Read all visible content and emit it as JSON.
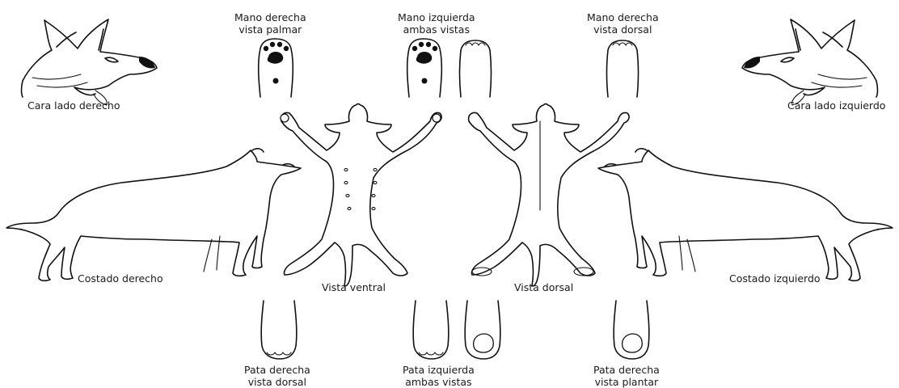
{
  "labels": {
    "face_right": "Cara lado derecho",
    "face_left": "Cara lado izquierdo",
    "hand_right_palmar": [
      "Mano derecha",
      "vista palmar"
    ],
    "hand_left_both": [
      "Mano izquierda",
      "ambas vistas"
    ],
    "hand_right_dorsal": [
      "Mano derecha",
      "vista dorsal"
    ],
    "side_right": "Costado derecho",
    "side_left": "Costado izquierdo",
    "view_ventral": "Vista ventral",
    "view_dorsal": "Vista dorsal",
    "foot_right_dorsal": [
      "Pata derecha",
      "vista dorsal"
    ],
    "foot_left_both": [
      "Pata izquierda",
      "ambas vistas"
    ],
    "foot_right_plantar": [
      "Pata derecha",
      "vista plantar"
    ]
  },
  "colors": {
    "line": "#111111",
    "background": "#ffffff",
    "text": "#1a1a1a"
  }
}
